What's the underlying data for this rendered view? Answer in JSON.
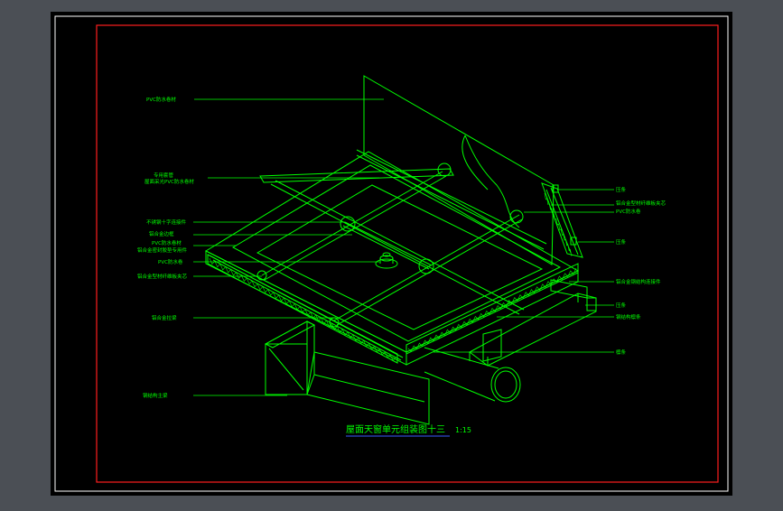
{
  "drawing": {
    "title": "屋面天窗单元组装图十三",
    "scale": "1:15",
    "colors": {
      "background": "#4b4f55",
      "sheet": "#000000",
      "outer_border": "#ffffff",
      "red_frame": "#ff1e1e",
      "linework": "#00ff00",
      "title_underline": "#3a5cff"
    },
    "labels_left": [
      "PVC防水卷材",
      "专用套管",
      "屋面采光PVC防水卷材",
      "不锈钢十字连接件",
      "铝合金边框",
      "PVC防水卷材",
      "铝合金密封胶垫专用件",
      "PVC防水卷",
      "铝合金型材纤维板夹芯",
      "铝合金拉梁",
      "钢结构主梁"
    ],
    "labels_right": [
      "压条",
      "铝合金型材纤维板夹芯",
      "PVC防水卷",
      "压条",
      "铝合金钢结构连接件",
      "压条",
      "钢结构檩条",
      "檩条"
    ]
  }
}
